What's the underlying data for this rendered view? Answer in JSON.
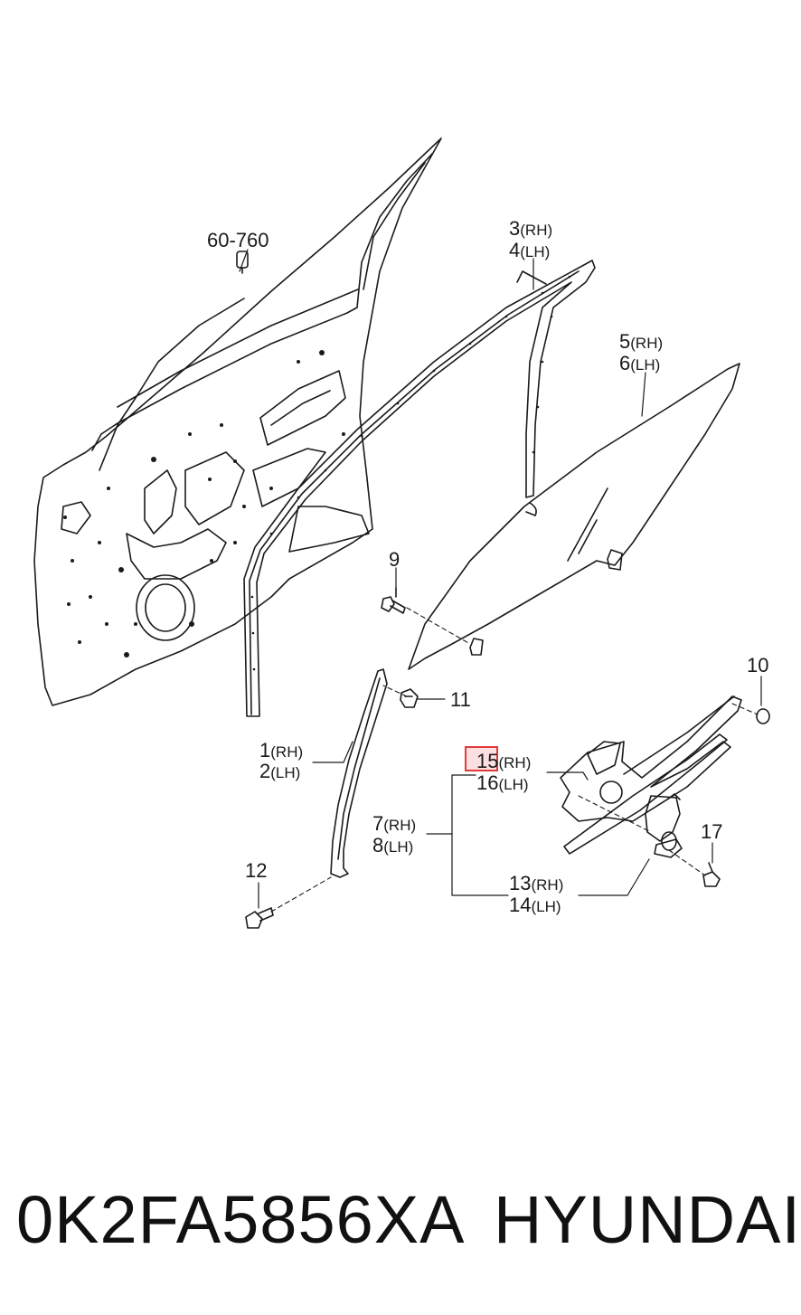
{
  "callouts": {
    "c60_760": "60-760",
    "c3": "3",
    "c3_side": "(RH)",
    "c4": "4",
    "c4_side": "(LH)",
    "c5": "5",
    "c5_side": "(RH)",
    "c6": "6",
    "c6_side": "(LH)",
    "c9": "9",
    "c10": "10",
    "c11": "11",
    "c1": "1",
    "c1_side": "(RH)",
    "c2": "2",
    "c2_side": "(LH)",
    "c15": "15",
    "c15_side": "(RH)",
    "c16": "16",
    "c16_side": "(LH)",
    "c7": "7",
    "c7_side": "(RH)",
    "c8": "8",
    "c8_side": "(LH)",
    "c17": "17",
    "c12": "12",
    "c13": "13",
    "c13_side": "(RH)",
    "c14": "14",
    "c14_side": "(LH)"
  },
  "footer": {
    "part_number": "0K2FA5856XA",
    "brand": "HYUNDAI"
  },
  "highlight_color": "#e23b3b"
}
